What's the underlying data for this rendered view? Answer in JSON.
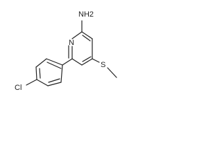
{
  "molecule": {
    "labels": {
      "amine": "NH2",
      "ring_nitrogen": "N",
      "sulfur": "S",
      "chlorine": "Cl"
    }
  }
}
